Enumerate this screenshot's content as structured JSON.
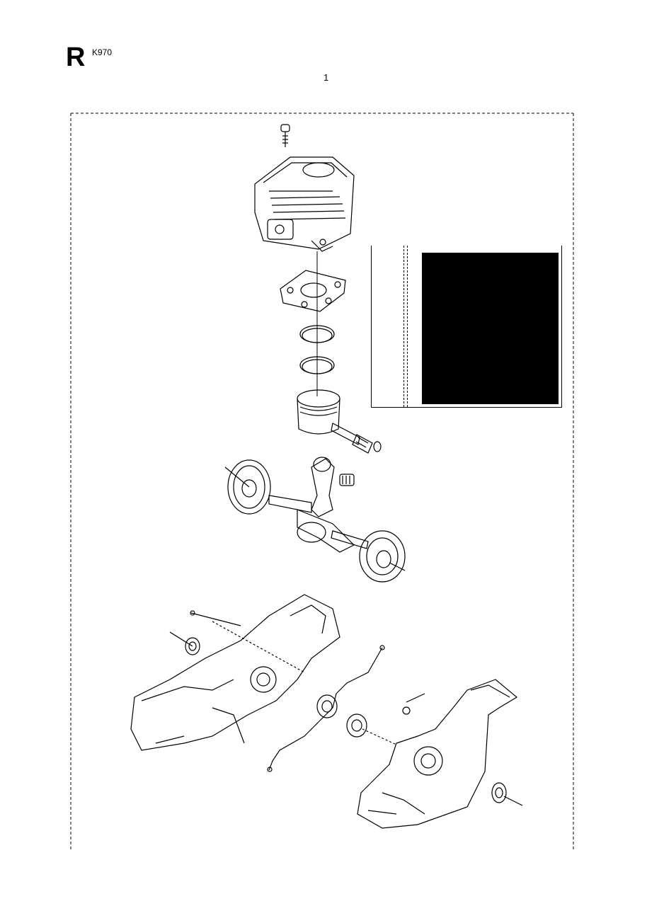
{
  "header": {
    "section_letter": "R",
    "model": "K970",
    "page_number": "1"
  },
  "icons": {
    "cylinder": "cylinder-icon",
    "crankshaft": "crankshaft-icon",
    "crankcase": "crankcase-icon"
  }
}
